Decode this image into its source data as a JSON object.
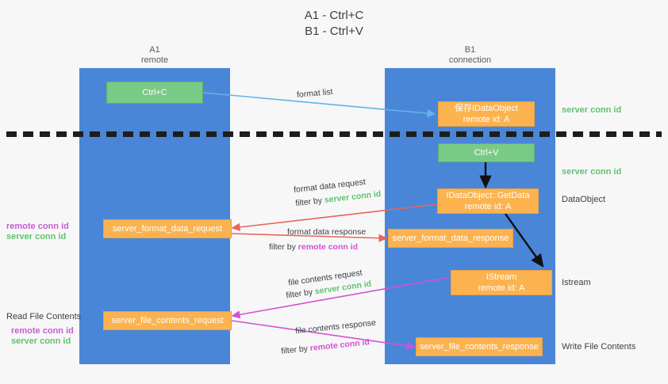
{
  "title": "A1 - Ctrl+C\nB1 - Ctrl+V",
  "lanes": {
    "a1": {
      "name": "A1",
      "sub": "remote",
      "header": "A1\nremote"
    },
    "b1": {
      "name": "B1",
      "sub": "connection",
      "header": "B1\nconnection"
    }
  },
  "nodes": {
    "ctrl_c": "Ctrl+C",
    "ctrl_v": "Ctrl+V",
    "idataobject": "保存IDataObject\nremote id: A",
    "getdata": "IDataObject::GetData\nremote id: A",
    "istream": "IStream\nremote id: A",
    "server_format_data_request": "server_format_data_request",
    "server_format_data_response": "server_format_data_response",
    "server_file_contents_request": "server_file_contents_request",
    "server_file_contents_response": "server_file_contents_response"
  },
  "right_annotations": {
    "server_conn_id_top": "server conn id",
    "server_conn_id_mid": "server conn id",
    "dataobject": "DataObject",
    "istream": "Istream",
    "write_file_contents": "Write File Contents"
  },
  "left_annotations": {
    "remote_conn_id_1": "remote conn id",
    "server_conn_id_1": "server conn id",
    "read_file_contents": "Read File Contents",
    "remote_conn_id_2": "remote conn id",
    "server_conn_id_2": "server conn id"
  },
  "edge_labels": {
    "format_list": "format list",
    "format_data_request_line1": "format data request",
    "format_data_request_prefix": "filter by ",
    "format_data_request_key": "server conn id",
    "format_data_response_line1": "format data response",
    "format_data_response_prefix": "filter by ",
    "format_data_response_key": "remote conn id",
    "file_contents_request_line1": "file contents request",
    "file_contents_request_prefix": "filter by ",
    "file_contents_request_key": "server conn id",
    "file_contents_response_line1": "file contents response",
    "file_contents_response_prefix": "filter by ",
    "file_contents_response_key": "remote conn id"
  },
  "colors": {
    "lane": "#4a86d8",
    "green_node": "#79ca87",
    "orange_node": "#fcb24e",
    "green_text": "#61c26f",
    "purple_text": "#c45fd0",
    "magenta_arrow": "#d451d4",
    "red_arrow": "#e8655a",
    "blue_arrow": "#63b3e8",
    "black_arrow": "#000000",
    "background": "#f7f7f7"
  }
}
